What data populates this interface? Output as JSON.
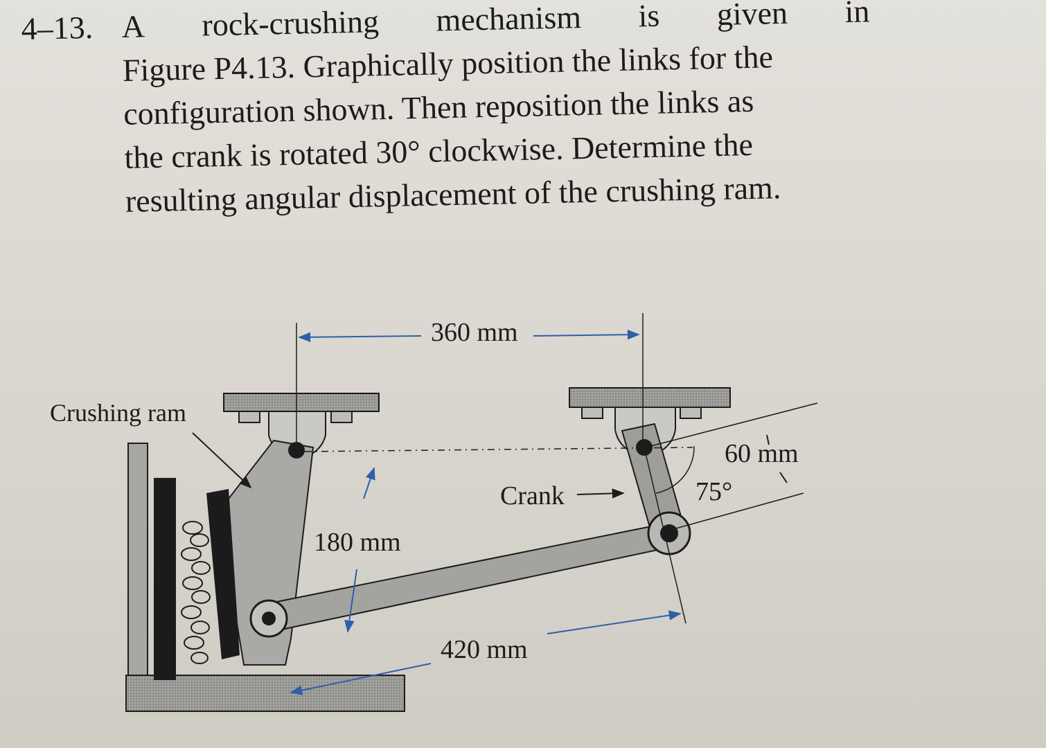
{
  "problem": {
    "number": "4–13.",
    "line1_words": [
      "A",
      "rock-crushing",
      "mechanism",
      "is",
      "given",
      "in"
    ],
    "lines": [
      "Figure P4.13. Graphically position the links for the",
      "configuration shown. Then reposition the links as",
      "the crank is rotated 30° clockwise. Determine the",
      "resulting angular displacement of the crushing ram."
    ]
  },
  "figure": {
    "labels": {
      "crushing_ram": "Crushing ram",
      "crank": "Crank",
      "dim_360": "360 mm",
      "dim_180": "180 mm",
      "dim_420": "420 mm",
      "dim_60": "60 mm",
      "angle_75": "75°"
    }
  },
  "colors": {
    "dimension_line": "#2f5fa8",
    "link_gray": "#9a9a98",
    "plate_gray": "#8c8c89",
    "jaw_black": "#1b1b1b"
  }
}
